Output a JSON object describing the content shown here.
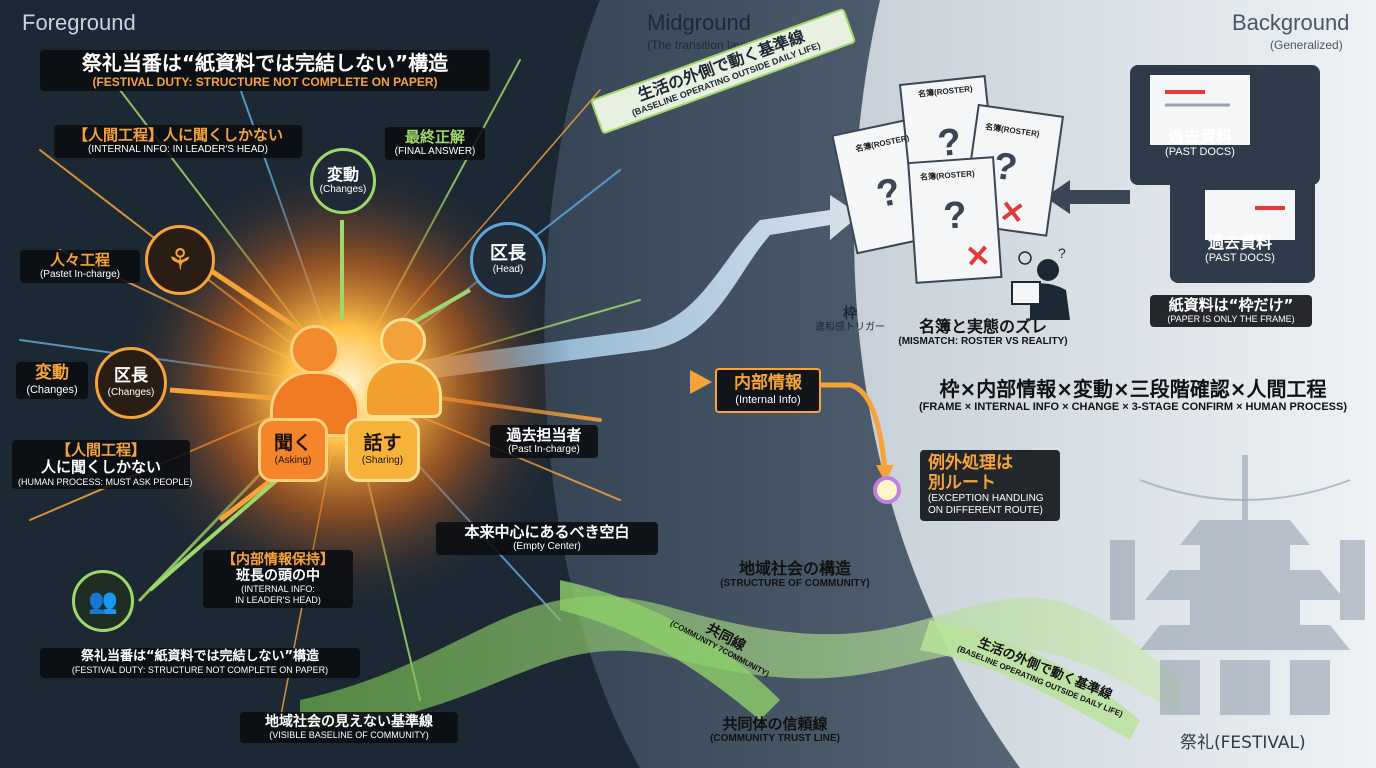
{
  "layers": {
    "foreground": "Foreground",
    "midground": "Midground",
    "midground_sub": "(The transition layer)",
    "background": "Background",
    "background_sub": "(Generalized)"
  },
  "title_top": {
    "jp": "祭礼当番は“紙資料では完結しない”構造",
    "en": "(FESTIVAL DUTY: STRUCTURE NOT COMPLETE ON PAPER)"
  },
  "human_process_top": {
    "jp": "【人間工程】人に聞くしかない",
    "en": "(INTERNAL INFO: IN LEADER'S HEAD)"
  },
  "final_answer": {
    "jp": "最終正解",
    "en": "(FINAL ANSWER)"
  },
  "nodes": {
    "changes_top": {
      "jp": "変動",
      "en": "(Changes)"
    },
    "head_right": {
      "jp": "区長",
      "en": "(Head)"
    },
    "head_left": {
      "jp": "区長",
      "en": "(Changes)"
    },
    "asking": {
      "jp": "聞く",
      "en": "(Asking)"
    },
    "sharing": {
      "jp": "話す",
      "en": "(Sharing)"
    }
  },
  "pastet": {
    "jp": "人々工程",
    "en": "(Pastet In-charge)"
  },
  "changes_side": {
    "jp": "変動",
    "en": "(Changes)"
  },
  "human_process_left": {
    "jp1": "【人間工程】",
    "jp2": "人に聞くしかない",
    "en": "(HUMAN PROCESS: MUST ASK PEOPLE)"
  },
  "internal_info_hold": {
    "jp1": "【内部情報保持】",
    "jp2": "班長の頭の中",
    "en1": "(INTERNAL INFO:",
    "en2": "IN LEADER'S HEAD)"
  },
  "past_incharge": {
    "jp": "過去担当者",
    "en": "(Past In-charge)"
  },
  "empty_center": {
    "jp": "本来中心にあるべき空白",
    "en": "(Empty Center)"
  },
  "title_bottom": {
    "jp": "祭礼当番は“紙資料では完結しない”構造",
    "en": "(FESTIVAL DUTY: STRUCTURE NOT COMPLETE ON PAPER)"
  },
  "visible_baseline": {
    "jp": "地域社会の見えない基準線",
    "en": "(VISIBLE BASELINE OF COMMUNITY)"
  },
  "baseline_banner": {
    "jp": "生活の外側で動く基準線",
    "en": "(BASELINE OPERATING OUTSIDE DAILY LIFE)"
  },
  "frame_trigger": {
    "jp": "枠",
    "sub": "違和感トリガー"
  },
  "internal_info": {
    "jp": "内部情報",
    "en": "(Internal Info)"
  },
  "exception": {
    "jp1": "例外処理は",
    "jp2": "別ルート",
    "en1": "(EXCEPTION HANDLING",
    "en2": "ON DIFFERENT ROUTE)"
  },
  "mismatch": {
    "jp": "名簿と実態のズレ",
    "en": "(MISMATCH: ROSTER VS REALITY)"
  },
  "formula": {
    "jp": "枠×内部情報×変動×三段階確認×人間工程",
    "en": "(FRAME × INTERNAL INFO × CHANGE × 3-STAGE CONFIRM × HUMAN PROCESS)"
  },
  "rosters": [
    {
      "label": "名簿(ROSTER)"
    },
    {
      "label": "名簿(ROSTER)"
    },
    {
      "label": "名簿(ROSTER)"
    },
    {
      "label": "名簿(ROSTER)"
    }
  ],
  "past_docs": [
    {
      "jp": "過去資料",
      "en": "(PAST DOCS)"
    },
    {
      "jp": "過去資料",
      "en": "(PAST DOCS)"
    }
  ],
  "paper_frame": {
    "jp": "紙資料は“枠だけ”",
    "en": "(PAPER IS ONLY THE FRAME)"
  },
  "community_structure": {
    "jp": "地域社会の構造",
    "en": "(STRUCTURE OF COMMUNITY)"
  },
  "ribbon_community": {
    "jp": "共同線",
    "en": "(COMMUNITY 7COMMUNITY)"
  },
  "ribbon_baseline": {
    "jp": "生活の外側で動く基準線",
    "en": "(BASELINE OPERATING OUTSIDE DAILY LIFE)"
  },
  "trust_line": {
    "jp": "共同体の信頼線",
    "en": "(COMMUNITY TRUST LINE)"
  },
  "festival": {
    "label": "祭礼(FESTIVAL)"
  },
  "colors": {
    "orange": "#f6a43a",
    "green": "#9fd86a",
    "blue": "#5fa7d8",
    "red": "#e53935"
  },
  "icons": [
    "person-asking-icon",
    "person-sharing-icon",
    "network-icon",
    "people-icon",
    "confused-reader-icon",
    "folder-icon",
    "roster-doc-icon",
    "shrine-icon"
  ]
}
